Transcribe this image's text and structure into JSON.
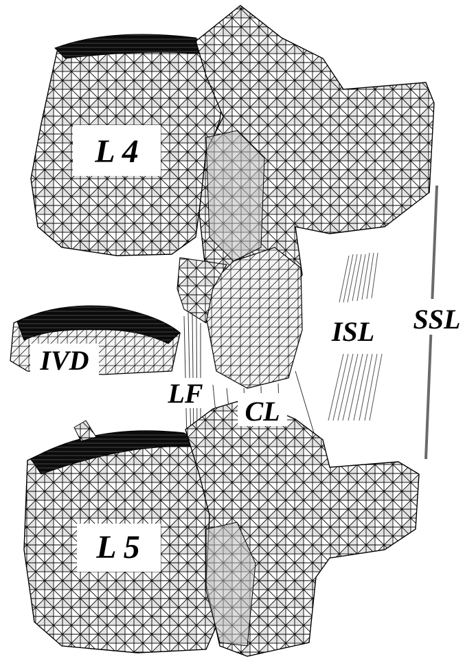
{
  "figure": {
    "labels": {
      "l4": "L 4",
      "l5": "L 5",
      "ivd": "IVD",
      "lf": "LF",
      "cl": "CL",
      "isl": "ISL",
      "ssl": "SSL"
    },
    "colors": {
      "mesh_fill": "#f2f2f2",
      "mesh_line": "#000000",
      "mesh_shadow": "#bdbdbd",
      "end_plate": "#151515",
      "ligament_line": "#555555",
      "ssl_line": "#6a6a6a",
      "background": "#ffffff"
    }
  }
}
